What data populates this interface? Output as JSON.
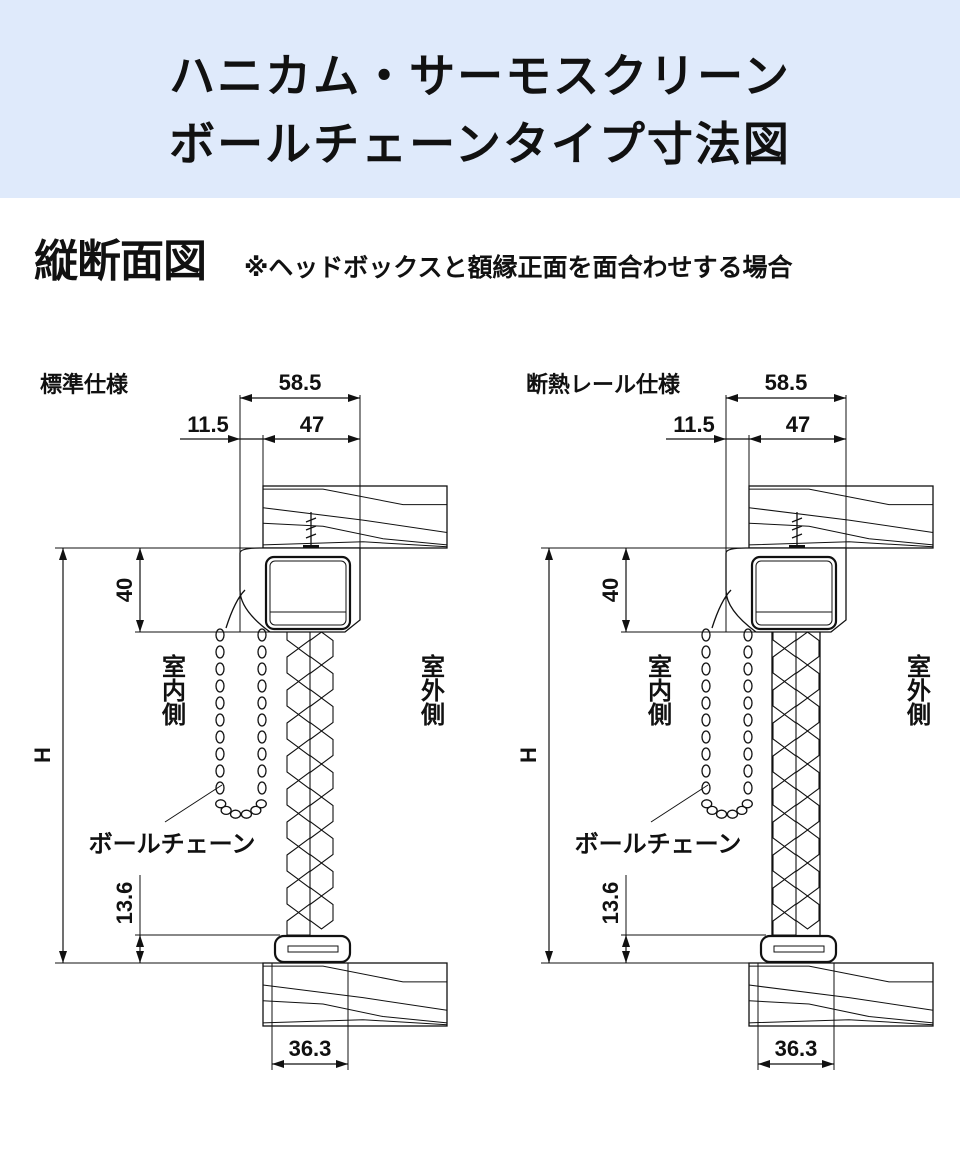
{
  "header": {
    "title_line1": "ハニカム・サーモスクリーン",
    "title_line2": "ボールチェーンタイプ寸法図",
    "background": "#dfeafb"
  },
  "section": {
    "title": "縦断面図",
    "note": "※ヘッドボックスと額縁正面を面合わせする場合"
  },
  "diagrams": [
    {
      "label": "標準仕様",
      "dim_total_width": "58.5",
      "dim_offset": "11.5",
      "dim_box_width": "47",
      "dim_box_height": "40",
      "dim_height": "H",
      "dim_bottom_rail_height": "13.6",
      "dim_bottom_rail_width": "36.3",
      "indoor_label": "室内側",
      "outdoor_label": "室外側",
      "chain_label": "ボールチェーン"
    },
    {
      "label": "断熱レール仕様",
      "dim_total_width": "58.5",
      "dim_offset": "11.5",
      "dim_box_width": "47",
      "dim_box_height": "40",
      "dim_height": "H",
      "dim_bottom_rail_height": "13.6",
      "dim_bottom_rail_width": "36.3",
      "indoor_label": "室内側",
      "outdoor_label": "室外側",
      "chain_label": "ボールチェーン"
    }
  ]
}
